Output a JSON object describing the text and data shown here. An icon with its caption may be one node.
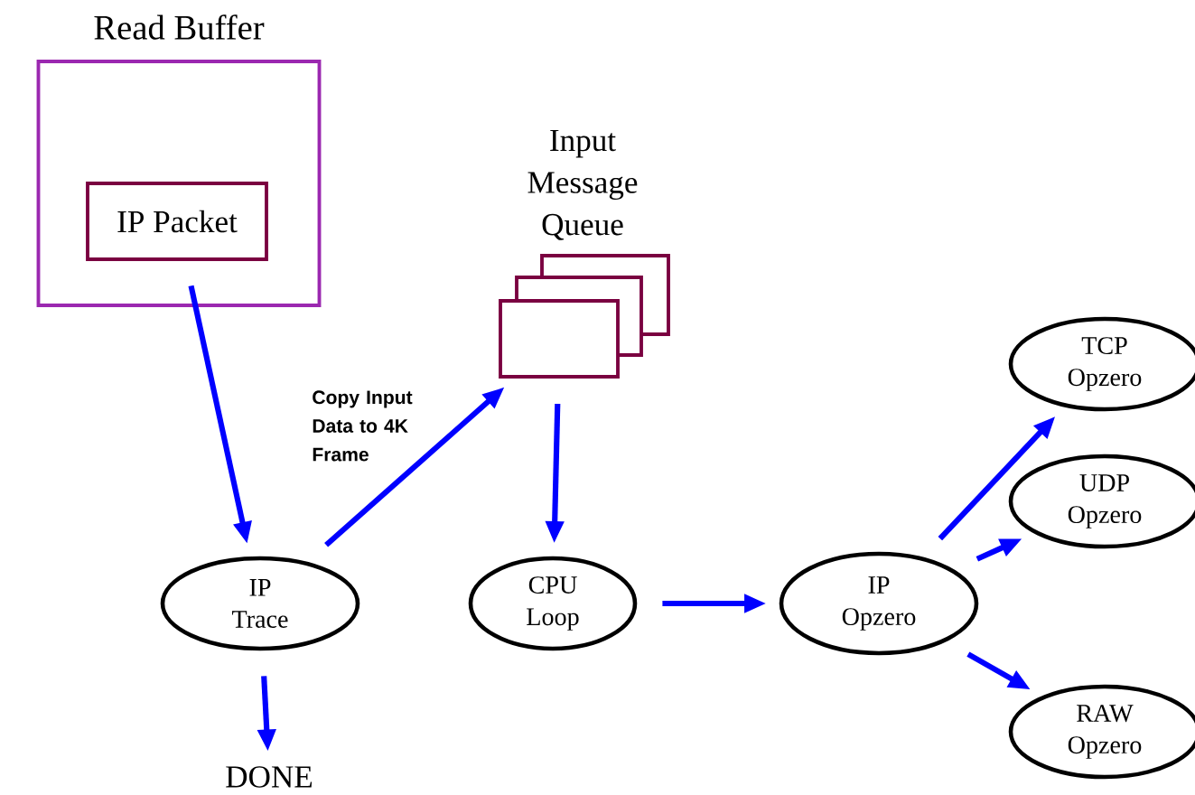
{
  "diagram": {
    "nodes": [
      {
        "text": [
          "Read Buffer"
        ]
      },
      {
        "text": [
          "IP Packet"
        ],
        "in": 0
      },
      {
        "text": [
          "Input Message Queue"
        ]
      },
      {
        "text": [
          "IP Trace"
        ]
      },
      {
        "text": [
          "DONE"
        ]
      },
      {
        "text": [
          "CPU Loop"
        ]
      },
      {
        "text": [
          "IP Opzero"
        ]
      },
      {
        "text": [
          "TCP Opzero"
        ]
      },
      {
        "text": [
          "UDP Opzero"
        ]
      },
      {
        "text": [
          "RAW Opzero"
        ]
      }
    ],
    "edges": [
      {
        "from": 1,
        "to": 3,
        "arrow": "to"
      },
      {
        "from": 3,
        "to": 2,
        "arrow": "to",
        "label": "Copy Input Data to 4K Frame"
      },
      {
        "from": 2,
        "to": 5,
        "arrow": "to"
      },
      {
        "from": 3,
        "to": 4,
        "arrow": "to"
      },
      {
        "from": 5,
        "to": 6,
        "arrow": "to"
      },
      {
        "from": 6,
        "to": 7,
        "arrow": "to"
      },
      {
        "from": 6,
        "to": 8,
        "arrow": "to"
      },
      {
        "from": 6,
        "to": 9,
        "arrow": "to"
      }
    ]
  }
}
